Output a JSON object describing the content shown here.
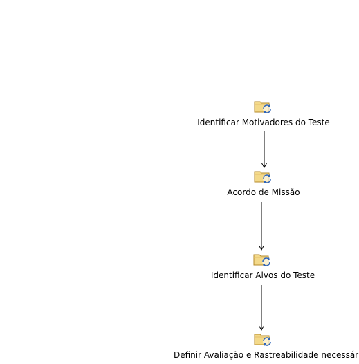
{
  "diagram": {
    "nodes": [
      {
        "label": "Identificar Motivadores do Teste",
        "icon": "task-refresh-icon"
      },
      {
        "label": "Acordo de Missão",
        "icon": "task-refresh-icon"
      },
      {
        "label": "Identificar Alvos do Teste",
        "icon": "task-refresh-icon"
      },
      {
        "label": "Definir Avaliação e Rastreabilidade necessários",
        "icon": "task-refresh-icon"
      }
    ],
    "colors": {
      "folder_fill": "#f3d98a",
      "folder_edge": "#b48a2a",
      "refresh_arrow": "#2c63b8",
      "connector": "#000000"
    }
  }
}
